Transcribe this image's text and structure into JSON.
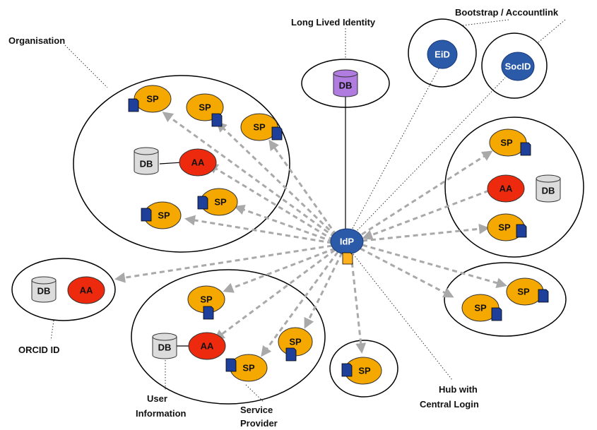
{
  "labels": {
    "organisation": "Organisation",
    "long_lived_identity": "Long Lived Identity",
    "bootstrap": "Bootstrap / Accountlink",
    "orcid": "ORCID ID",
    "user_info_1": "User",
    "user_info_2": "Information",
    "service_provider_1": "Service",
    "service_provider_2": "Provider",
    "hub_1": "Hub with",
    "hub_2": "Central Login"
  },
  "nodes": {
    "sp": "SP",
    "aa": "AA",
    "db": "DB",
    "idp": "IdP",
    "eid": "EiD",
    "socid": "SocID"
  },
  "colors": {
    "sp_fill": "#f5a800",
    "aa_fill": "#ee2a0e",
    "idp_fill": "#2a5aa8",
    "db_purple": "#b07ce0",
    "db_gray": "#dcdcdc",
    "doc_blue": "#1e3f9a",
    "doc_orange": "#ffb21e",
    "arrow": "#a9a9a9"
  }
}
